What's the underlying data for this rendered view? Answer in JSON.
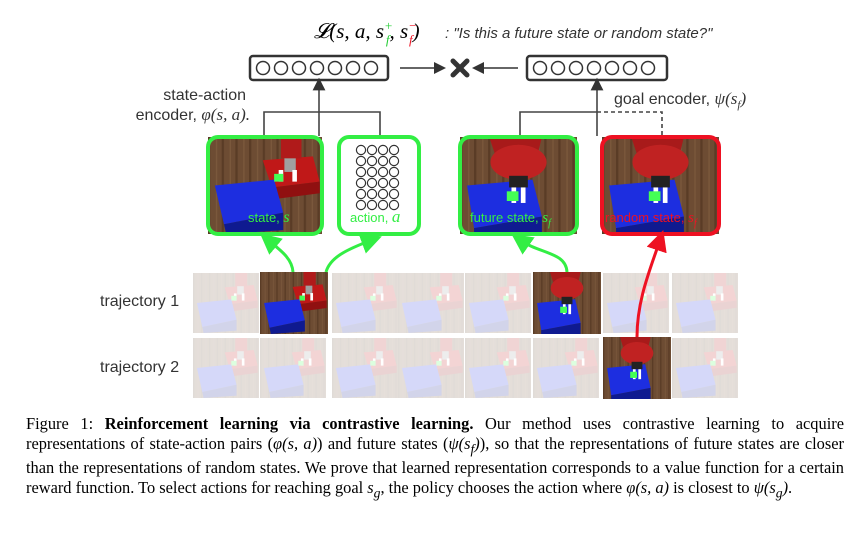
{
  "figure": {
    "loss_label": "𝓛(s, a, s",
    "loss_sup_pos": "+",
    "loss_sub_f": "f",
    "loss_sep": ", s",
    "loss_sup_neg": "−",
    "loss_close": ")",
    "loss_question": ": \"Is this a future state or random state?\"",
    "state_action_encoder_line1": "state-action",
    "state_action_encoder_line2": "encoder, ",
    "state_action_encoder_math": "φ(s, a).",
    "goal_encoder_label": "goal encoder, ",
    "goal_encoder_math": "ψ(s",
    "goal_encoder_math_sub": "f",
    "goal_encoder_math_close": ")",
    "card_state_label": "state, ",
    "card_state_var": "s",
    "card_action_label": "action, ",
    "card_action_var": "a",
    "card_future_label": "future state, ",
    "card_future_var": "s",
    "card_random_label": "random state, ",
    "card_random_var": "s",
    "card_var_sub": "f",
    "trajectory_1_label": "trajectory 1",
    "trajectory_2_label": "trajectory 2"
  },
  "caption": {
    "prefix": "Figure 1: ",
    "title": "Reinforcement learning via contrastive learning.",
    "t1": " Our method uses contrastive learning to acquire representations of state-action pairs (",
    "m1": "φ(s, a)",
    "t2": ") and future states (",
    "m2": "ψ(s",
    "m2_sub": "f",
    "m2_close": ")",
    "t3": "), so that the representations of future states are closer than the representations of random states. We prove that learned representation corresponds to a value function for a certain reward function. To select actions for reaching goal ",
    "m3": "s",
    "m3_sub": "g",
    "t4": ", the policy chooses the action where ",
    "m4": "φ(s, a)",
    "t5": " is closest to ",
    "m5": "ψ(s",
    "m5_sub": "g",
    "m5_close": ")",
    "t6": "."
  },
  "colors": {
    "green": "#33ee44",
    "red": "#ee1122",
    "dark": "#333333",
    "robot_red": "#a81a1a",
    "box_blue": "#1a2fc8"
  }
}
